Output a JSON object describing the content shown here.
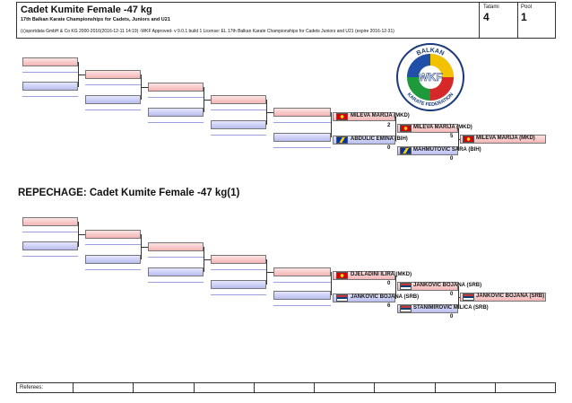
{
  "header": {
    "event_title": "Cadet Kumite Female -47 kg",
    "event_subtitle": "17th Balkan Karate Championships for Cadets, Juniors and U21",
    "license_line": "(c)sportdata GmbH & Co KG 2000-2016(2016-12-11 14:19) -WKF Approved- v 9.0.1 build 1 License: EL 17th Balkan Karate Championships for Cadets Juniors and U21 (expire 2016-12-31)",
    "tatami_label": "Tatami",
    "tatami_value": "4",
    "pool_label": "Pool",
    "pool_value": "1"
  },
  "logo": {
    "top_text": "BALKAN",
    "center_text": "WKF",
    "bottom_text": "KARATE FEDERATION"
  },
  "main_bracket": {
    "matches": [
      {
        "red": "MILEVA MARIJA (MKD)",
        "red_flag": "flag-mkd",
        "blue": "ABDULIC EMINA (BIH)",
        "blue_flag": "flag-bih",
        "red_score": "2",
        "blue_score": "0",
        "winner": "MILEVA MARIJA (MKD)"
      },
      {
        "red": "MILEVA MARIJA (MKD)",
        "red_flag": "flag-mkd",
        "blue": "MAHMUTOVIC SARA (BIH)",
        "blue_flag": "flag-bih",
        "red_score": "5",
        "blue_score": "0",
        "winner": "MILEVA MARIJA (MKD)"
      }
    ],
    "final_winner": "MILEVA MARIJA (MKD)",
    "final_flag": "flag-mkd"
  },
  "repechage": {
    "title": "REPECHAGE:  Cadet Kumite Female -47 kg(1)",
    "matches": [
      {
        "red": "DJELADINI ILIRA (MKD)",
        "red_flag": "flag-mkd",
        "blue": "JANKOVIC BOJANA (SRB)",
        "blue_flag": "flag-srb",
        "red_score": "0",
        "blue_score": "6",
        "winner": "JANKOVIC BOJANA (SRB)"
      },
      {
        "red": "JANKOVIC BOJANA (SRB)",
        "red_flag": "flag-srb",
        "blue": "STANIMIROVIC MILICA (SRB)",
        "blue_flag": "flag-srb",
        "red_score": "0",
        "blue_score": "0",
        "winner": "JANKOVIC BOJANA (SRB)"
      }
    ],
    "final_winner": "JANKOVIC BOJANA (SRB)",
    "final_flag": "flag-srb"
  },
  "referees": {
    "label": "Referees:"
  }
}
